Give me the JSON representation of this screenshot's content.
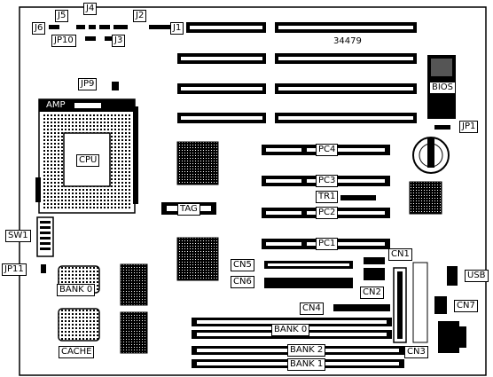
{
  "board": {
    "board_id": "34479",
    "labels": {
      "j1": "J1",
      "j2": "J2",
      "j3": "J3",
      "j4": "J4",
      "j5": "J5",
      "j6": "J6",
      "jp1": "JP1",
      "jp9": "JP9",
      "jp10": "JP10",
      "jp11": "JP11",
      "amp": "AMP",
      "cpu": "CPU",
      "bios": "BIOS",
      "tag": "TAG",
      "pc1": "PC1",
      "pc2": "PC2",
      "pc3": "PC3",
      "pc4": "PC4",
      "tr1": "TR1",
      "sw1": "SW1",
      "cn1": "CN1",
      "cn2": "CN2",
      "cn3": "CN3",
      "cn4": "CN4",
      "cn5": "CN5",
      "cn6": "CN6",
      "cn7": "CN7",
      "usb": "USB",
      "bank0_cache": "BANK 0",
      "cache": "CACHE",
      "bank0_dimm": "BANK 0",
      "bank2": "BANK 2",
      "bank1": "BANK 1"
    }
  }
}
